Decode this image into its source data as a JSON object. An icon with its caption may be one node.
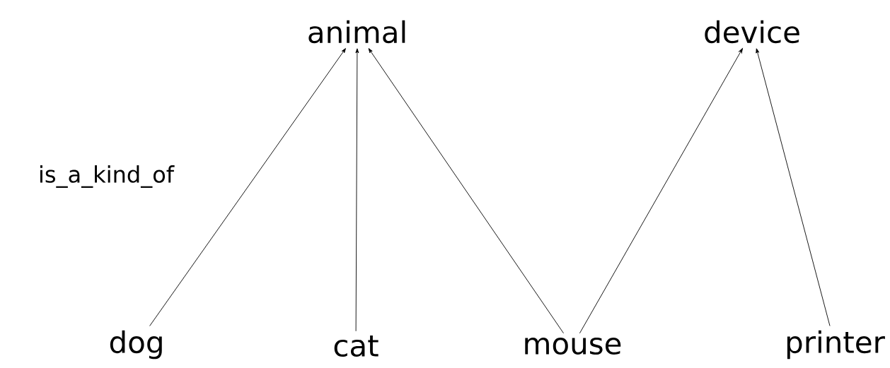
{
  "diagram": {
    "nodes": [
      {
        "text": [
          "animal"
        ]
      },
      {
        "text": [
          "device"
        ]
      },
      {
        "text": [
          "dog"
        ]
      },
      {
        "text": [
          "cat"
        ]
      },
      {
        "text": [
          "mouse"
        ]
      },
      {
        "text": [
          "printer"
        ]
      }
    ],
    "edges": [
      {
        "from": 2,
        "to": 0,
        "arrow": "to"
      },
      {
        "from": 3,
        "to": 0,
        "arrow": "to"
      },
      {
        "from": 4,
        "to": 0,
        "arrow": "to"
      },
      {
        "from": 4,
        "to": 1,
        "arrow": "to"
      },
      {
        "from": 5,
        "to": 1,
        "arrow": "to"
      }
    ],
    "labels": [
      "is_a_kind_of"
    ]
  }
}
